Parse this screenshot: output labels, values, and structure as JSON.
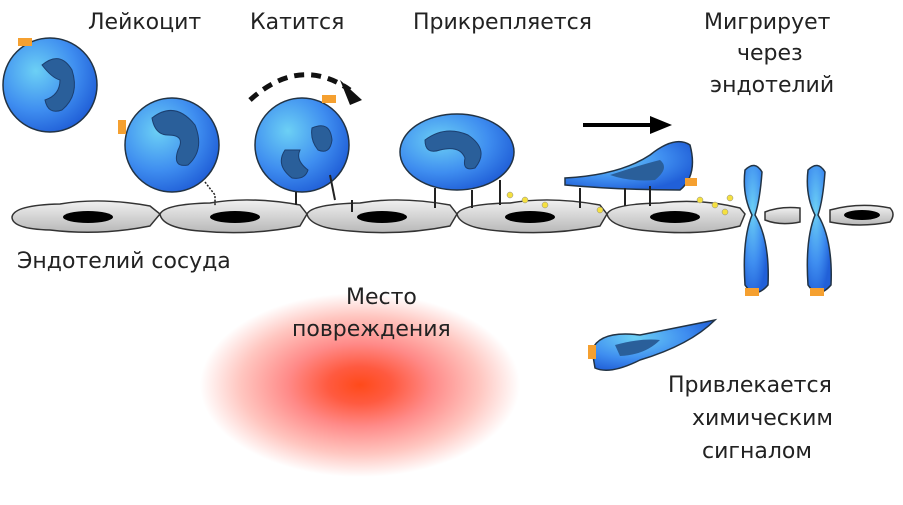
{
  "labels": {
    "leukocyte": "Лейкоцит",
    "rolls": "Катится",
    "adheres": "Прикрепляется",
    "migrates": [
      "Мигрирует",
      "через",
      "эндотелий"
    ],
    "endothelium": "Эндотелий сосуда",
    "injury": [
      "Место",
      "повреждения"
    ],
    "attracted": [
      "Привлекается",
      "химическим",
      "сигналом"
    ]
  },
  "colors": {
    "cell_blue": "#2f6fe0",
    "cell_light": "#5fc2f0",
    "nucleus": "#2a5f9a",
    "injury_core": "#ff4a2a",
    "endothelium": "#d0d0d0"
  }
}
